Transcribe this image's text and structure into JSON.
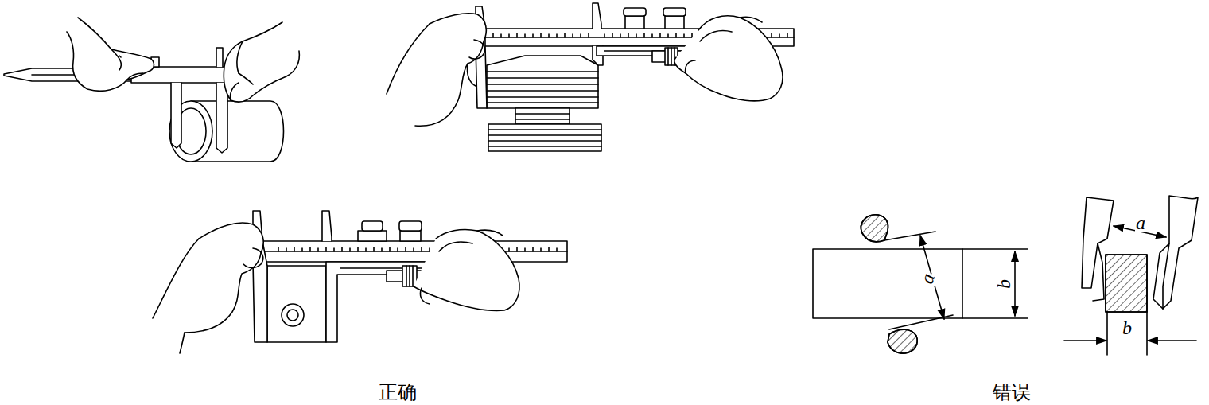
{
  "diagram": {
    "labels": [
      "a",
      "b",
      "a",
      "b",
      "正确",
      "错误"
    ]
  }
}
